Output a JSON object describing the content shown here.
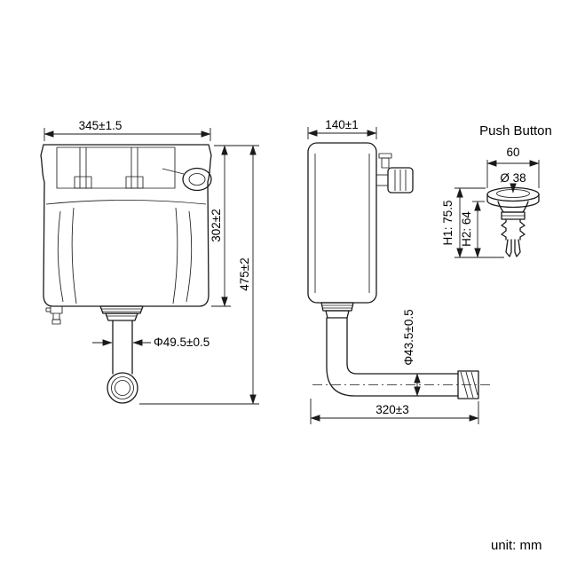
{
  "meta": {
    "unit_label": "unit: mm",
    "ink_color": "#1a1a1a",
    "background_color": "#ffffff"
  },
  "front_view": {
    "width": "345±1.5",
    "body_height": "302±2",
    "total_height": "475±2",
    "outlet_diameter": "Φ49.5±0.5"
  },
  "side_view": {
    "depth": "140±1",
    "pipe_diameter": "Φ43.5±0.5",
    "pipe_length": "320±3"
  },
  "push_button": {
    "title": "Push Button",
    "width": "60",
    "diameter": "Ø 38",
    "h1": "H1: 75.5",
    "h2": "H2: 64"
  }
}
